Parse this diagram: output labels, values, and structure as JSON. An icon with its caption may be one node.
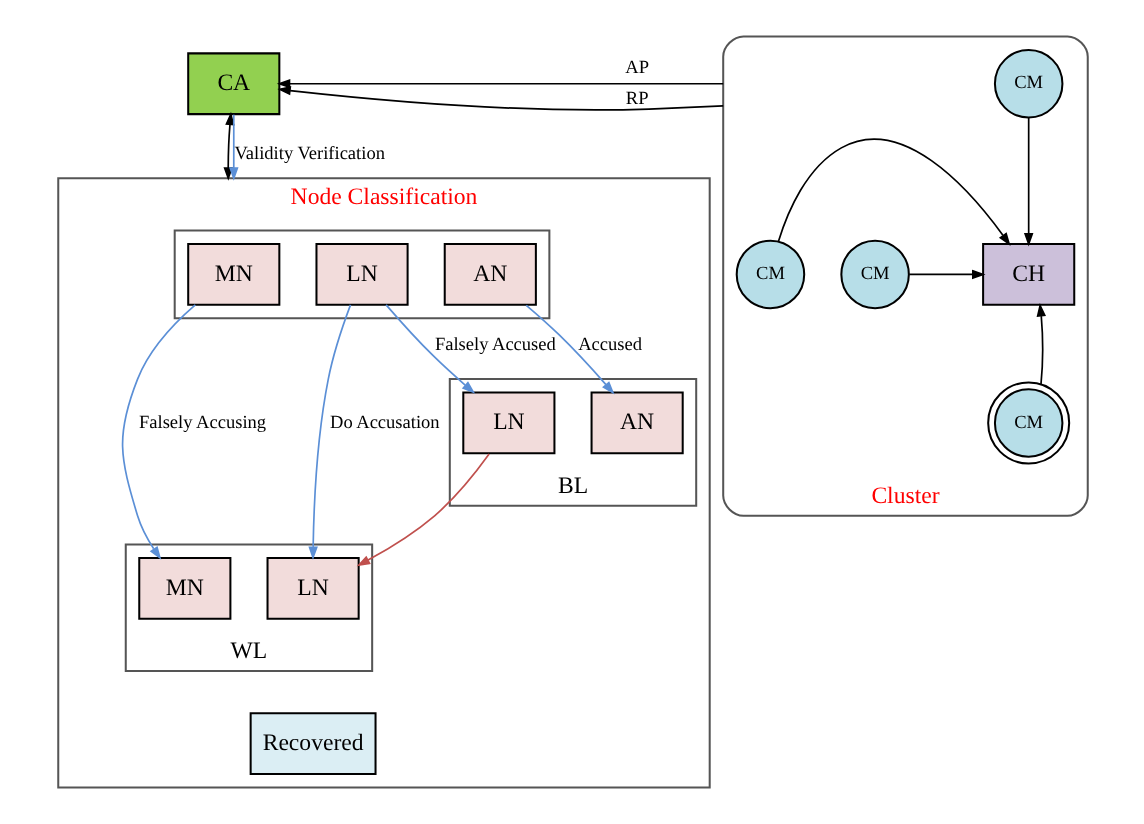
{
  "diagram": {
    "nodes": [
      {
        "text": [
          "CA"
        ]
      },
      {
        "text": [
          "Node Classification"
        ]
      },
      {
        "text": [],
        "shape": "box",
        "in": 1
      },
      {
        "text": [
          "MN"
        ],
        "in": 2
      },
      {
        "text": [
          "LN"
        ],
        "in": 2
      },
      {
        "text": [
          "AN"
        ],
        "in": 2
      },
      {
        "text": [
          "WL"
        ],
        "in": 1
      },
      {
        "text": [
          "MN"
        ],
        "in": 6
      },
      {
        "text": [
          "LN"
        ],
        "in": 6
      },
      {
        "text": [
          "BL"
        ],
        "in": 1
      },
      {
        "text": [
          "LN"
        ],
        "in": 9
      },
      {
        "text": [
          "AN"
        ],
        "in": 9
      },
      {
        "text": [
          "Recovered"
        ],
        "in": 1
      },
      {
        "text": [
          "Cluster"
        ]
      },
      {
        "text": [
          "CM"
        ],
        "in": 13
      },
      {
        "text": [
          "CM"
        ],
        "in": 13
      },
      {
        "text": [
          "CH"
        ],
        "in": 13
      },
      {
        "text": [
          "CM"
        ],
        "in": 13
      },
      {
        "text": [
          "CM"
        ],
        "in": 13
      }
    ],
    "edges": [
      {
        "from": 0,
        "to": 1,
        "arrow": "both"
      },
      {
        "from": 0,
        "to": 1,
        "arrow": "to",
        "label": "Validity Verification",
        "color": "#5b8fd6"
      },
      {
        "from": 13,
        "to": 0,
        "arrow": "to",
        "label": "AP"
      },
      {
        "from": 13,
        "to": 0,
        "arrow": "to",
        "label": "RP"
      },
      {
        "from": 3,
        "to": 7,
        "arrow": "to",
        "label": "Falsely Accusing",
        "color": "#5b8fd6"
      },
      {
        "from": 4,
        "to": 8,
        "arrow": "to",
        "label": "Do Accusation",
        "color": "#5b8fd6"
      },
      {
        "from": 4,
        "to": 10,
        "arrow": "to",
        "label": "Falsely Accused",
        "color": "#5b8fd6"
      },
      {
        "from": 5,
        "to": 11,
        "arrow": "to",
        "label": "Accused",
        "color": "#5b8fd6"
      },
      {
        "from": 10,
        "to": 8,
        "arrow": "to",
        "color": "#c0504d"
      },
      {
        "from": 14,
        "to": 16,
        "arrow": "to"
      },
      {
        "from": 15,
        "to": 16,
        "arrow": "to"
      },
      {
        "from": 17,
        "to": 16,
        "arrow": "to"
      },
      {
        "from": 18,
        "to": 16,
        "arrow": "to"
      }
    ]
  }
}
